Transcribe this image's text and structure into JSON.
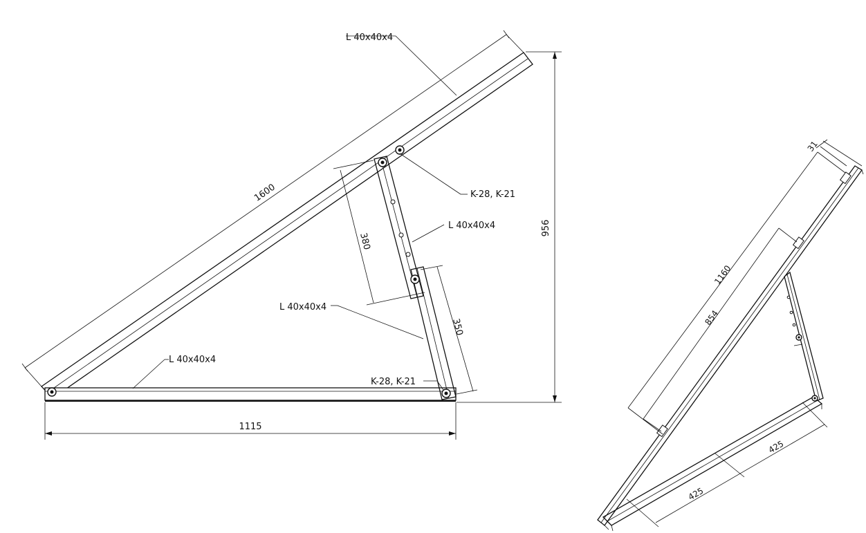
{
  "side_view": {
    "profile_top": "L 40x40x4",
    "profile_brace": "L 40x40x4",
    "profile_strut": "L 40x40x4",
    "profile_base": "L 40x40x4",
    "connector_top": "K-28, K-21",
    "connector_bottom": "K-28, K-21",
    "dim_rail_length": "1600",
    "dim_height": "956",
    "dim_base_length": "1115",
    "dim_brace_upper": "380",
    "dim_brace_lower": "350"
  },
  "iso_view": {
    "dim_offset": "31",
    "dim_rail_length": "1160",
    "dim_rail_inner": "854",
    "dim_base_a": "425",
    "dim_base_b": "425"
  }
}
